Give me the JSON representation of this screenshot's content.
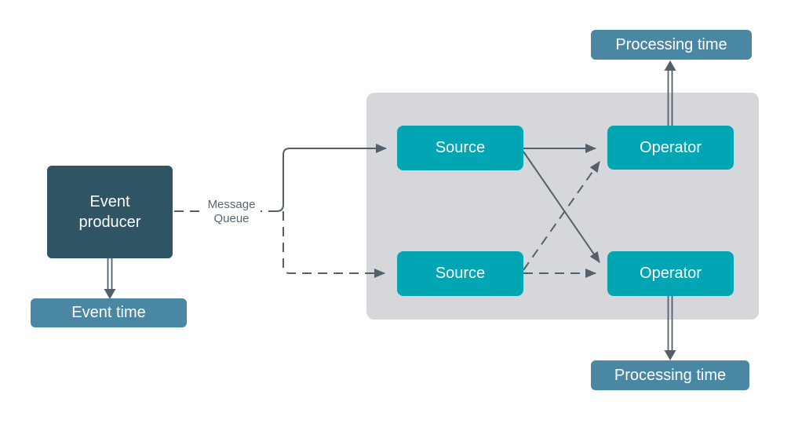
{
  "colors": {
    "teal": "#02A5B4",
    "dark": "#2F5464",
    "steel": "#4A87A2",
    "panel": "#D5D7DA",
    "line": "#53606B",
    "textgray": "#5B6770",
    "background": "#FFFFFF"
  },
  "nodes": {
    "event_producer": "Event producer",
    "event_time": "Event time",
    "message_queue": "Message Queue",
    "source_top": "Source",
    "source_bottom": "Source",
    "operator_top": "Operator",
    "operator_bottom": "Operator",
    "processing_time_top": "Processing time",
    "processing_time_bottom": "Processing time"
  },
  "edges": [
    {
      "from": "event_producer",
      "to": "queue_junction",
      "style": "dashed",
      "label": "Message Queue"
    },
    {
      "from": "queue_junction",
      "to": "source_top",
      "style": "solid"
    },
    {
      "from": "queue_junction",
      "to": "source_bottom",
      "style": "dashed"
    },
    {
      "from": "source_top",
      "to": "operator_top",
      "style": "solid"
    },
    {
      "from": "source_top",
      "to": "operator_bottom",
      "style": "solid"
    },
    {
      "from": "source_bottom",
      "to": "operator_bottom",
      "style": "dashed"
    },
    {
      "from": "source_bottom",
      "to": "operator_top",
      "style": "dashed"
    },
    {
      "from": "event_producer",
      "to": "event_time",
      "style": "double-line"
    },
    {
      "from": "operator_top",
      "to": "processing_time_top",
      "style": "double-line"
    },
    {
      "from": "operator_bottom",
      "to": "processing_time_bottom",
      "style": "double-line"
    }
  ]
}
